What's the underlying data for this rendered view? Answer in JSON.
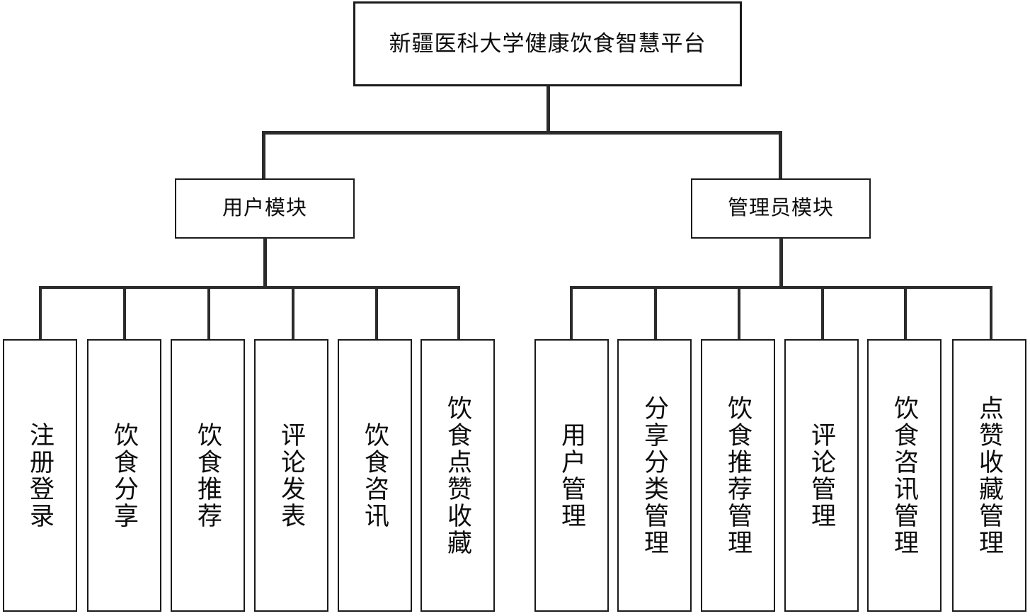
{
  "diagram": {
    "type": "hierarchy-tree",
    "title": "新疆医科大学健康饮食智慧平台",
    "root": {
      "id": "root",
      "label": "新疆医科大学健康饮食智慧平台"
    },
    "modules": [
      {
        "id": "user-module",
        "label": "用户模块"
      },
      {
        "id": "admin-module",
        "label": "管理员模块"
      }
    ],
    "user_leaves": [
      {
        "id": "register-login",
        "label": "注册登录"
      },
      {
        "id": "diet-share",
        "label": "饮食分享"
      },
      {
        "id": "diet-recommend",
        "label": "饮食推荐"
      },
      {
        "id": "comment-post",
        "label": "评论发表"
      },
      {
        "id": "diet-news",
        "label": "饮食咨讯"
      },
      {
        "id": "diet-like-favor",
        "label": "饮食点赞收藏"
      }
    ],
    "admin_leaves": [
      {
        "id": "user-manage",
        "label": "用户管理"
      },
      {
        "id": "share-category-manage",
        "label": "分享分类管理"
      },
      {
        "id": "diet-recommend-manage",
        "label": "饮食推荐管理"
      },
      {
        "id": "comment-manage",
        "label": "评论管理"
      },
      {
        "id": "diet-news-manage",
        "label": "饮食咨讯管理"
      },
      {
        "id": "like-favor-manage",
        "label": "点赞收藏管理"
      }
    ],
    "colors": {
      "background": "#ffffff",
      "border": "#1a1a1a",
      "connector": "#2b2b2b",
      "text": "#0d0d0d"
    }
  }
}
